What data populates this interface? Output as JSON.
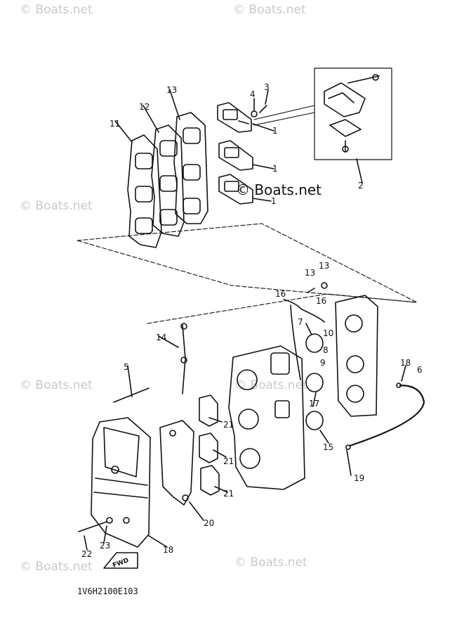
{
  "watermark": {
    "text": "© Boats.net"
  },
  "diagram_code": "1V6H2100E103",
  "fwd_label": "FWD",
  "callouts": [
    "1",
    "1",
    "1",
    "2",
    "3",
    "4",
    "5",
    "6",
    "7",
    "8",
    "9",
    "10",
    "11",
    "12",
    "13",
    "13",
    "13",
    "14",
    "15",
    "16",
    "16",
    "17",
    "18",
    "18",
    "19",
    "20",
    "21",
    "21",
    "21",
    "22",
    "23"
  ]
}
